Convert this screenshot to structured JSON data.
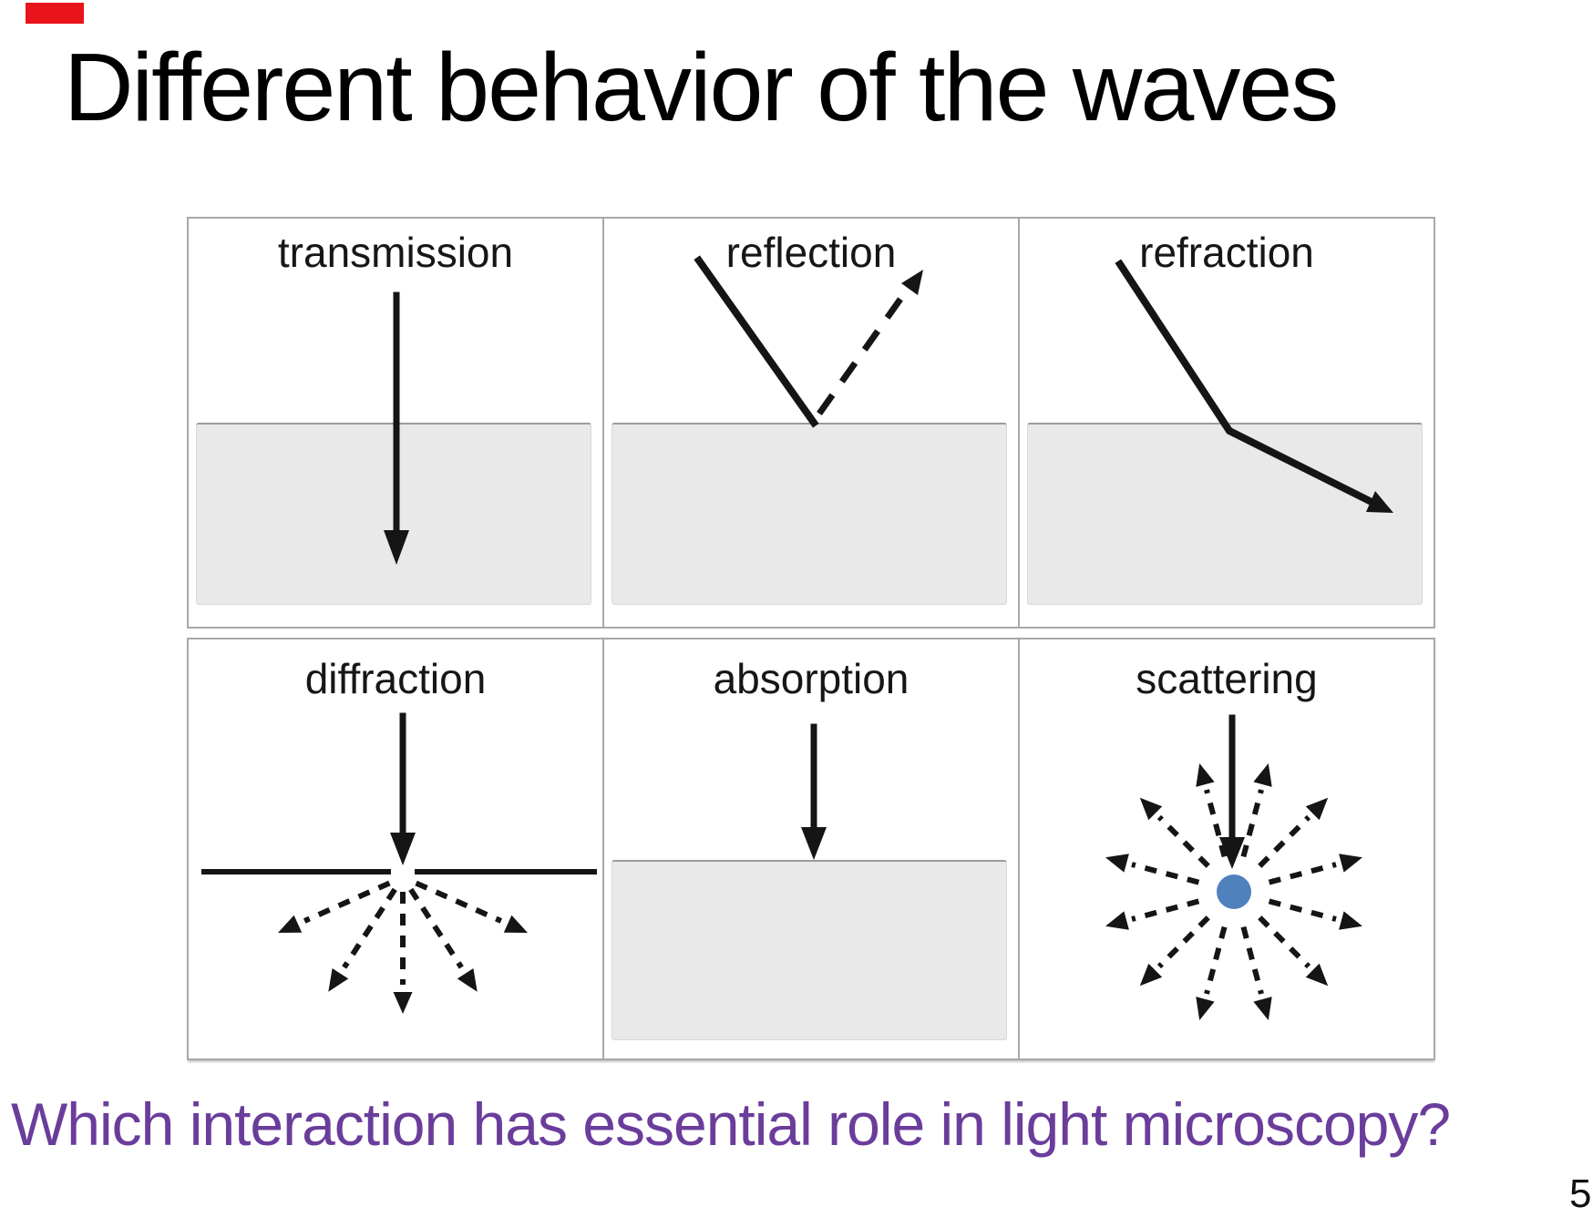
{
  "slide": {
    "title": "Different behavior of the waves",
    "question": "Which interaction has essential role in light microscopy?",
    "page_number": "5"
  },
  "panels": [
    {
      "label": "transmission"
    },
    {
      "label": "reflection"
    },
    {
      "label": "refraction"
    },
    {
      "label": "diffraction"
    },
    {
      "label": "absorption"
    },
    {
      "label": "scattering"
    }
  ],
  "colors": {
    "ink": "#151515",
    "cell_border": "#a8a8a8",
    "medium_fill": "#e9e9e9",
    "medium_border": "#9b9b9b",
    "question_purple": "#6a3d9b",
    "particle_blue": "#4f81bd",
    "corner_red": "#e8131b"
  }
}
